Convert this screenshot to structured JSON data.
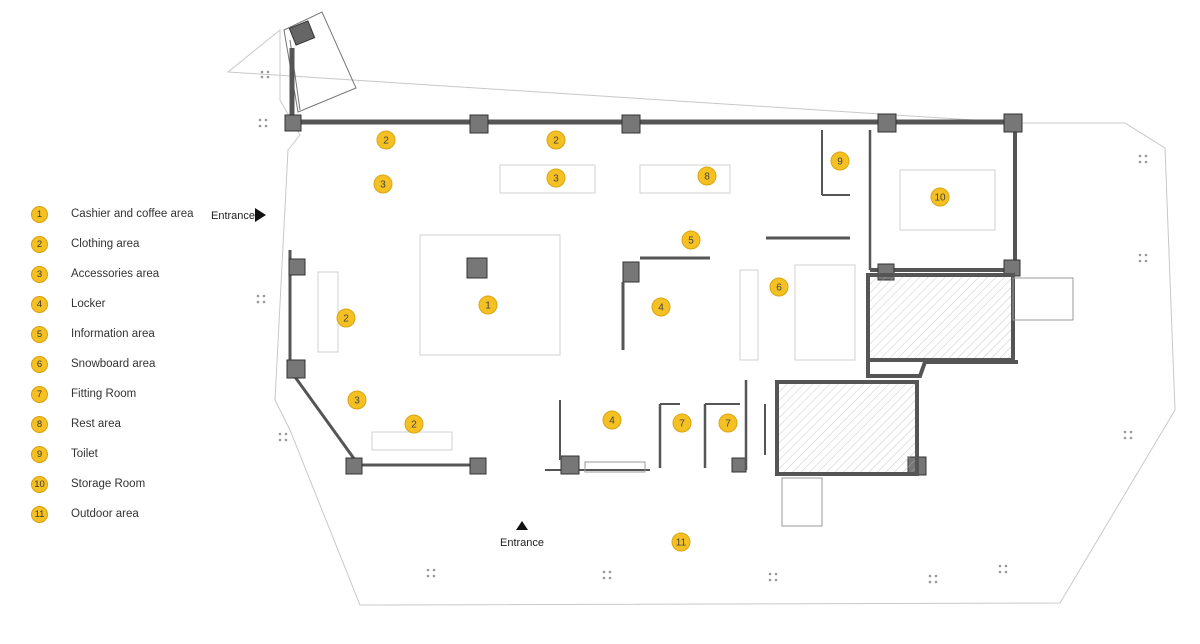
{
  "legend": [
    {
      "num": "1",
      "label": "Cashier and coffee area"
    },
    {
      "num": "2",
      "label": "Clothing area"
    },
    {
      "num": "3",
      "label": "Accessories area"
    },
    {
      "num": "4",
      "label": "Locker"
    },
    {
      "num": "5",
      "label": "Information area"
    },
    {
      "num": "6",
      "label": "Snowboard area"
    },
    {
      "num": "7",
      "label": "Fitting Room"
    },
    {
      "num": "8",
      "label": "Rest area"
    },
    {
      "num": "9",
      "label": "Toilet"
    },
    {
      "num": "10",
      "label": "Storage Room"
    },
    {
      "num": "11",
      "label": "Outdoor area"
    }
  ],
  "entrances": {
    "left_label": "Entrance",
    "bottom_label": "Entrance"
  },
  "markers": [
    "2",
    "2",
    "3",
    "3",
    "8",
    "9",
    "10",
    "5",
    "1",
    "4",
    "6",
    "2",
    "3",
    "2",
    "4",
    "7",
    "7",
    "11"
  ],
  "colors": {
    "marker_fill": "#f4c022",
    "wall": "#555555",
    "hatch": "#999999"
  }
}
